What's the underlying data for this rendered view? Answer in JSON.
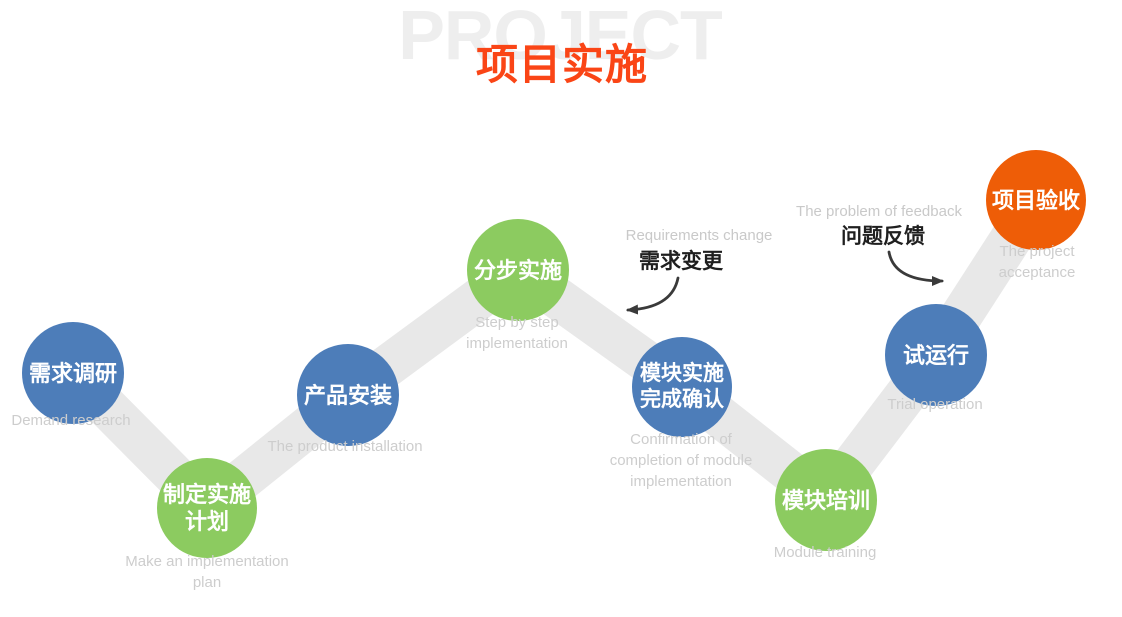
{
  "header": {
    "watermark": "PROJECT",
    "title": "项目实施"
  },
  "colors": {
    "blue": "#4d7db9",
    "green": "#8ccb60",
    "orange": "#ee5d07",
    "band": "#e8e8e8",
    "caption": "#cdcdcd",
    "watermark": "#eeeeee",
    "title": "#fa4516",
    "arrow": "#3a3a3a",
    "annotation_en": "#c9c9c9",
    "annotation_zh": "#1f1f1f"
  },
  "steps": [
    {
      "label": "需求调研",
      "caption": "Demand research",
      "color": "blue"
    },
    {
      "label": "制定实施\n计划",
      "caption": "Make an implementation\nplan",
      "color": "green"
    },
    {
      "label": "产品安装",
      "caption": "The product installation",
      "color": "blue"
    },
    {
      "label": "分步实施",
      "caption": "Step by step\nimplementation",
      "color": "green"
    },
    {
      "label": "模块实施\n完成确认",
      "caption": "Confirmation of\ncompletion of module\nimplementation",
      "color": "blue"
    },
    {
      "label": "模块培训",
      "caption": "Module training",
      "color": "green"
    },
    {
      "label": "试运行",
      "caption": "Trial operation",
      "color": "blue"
    },
    {
      "label": "项目验收",
      "caption": "The project acceptance",
      "color": "orange"
    }
  ],
  "annotations": [
    {
      "en": "Requirements change",
      "zh": "需求变更"
    },
    {
      "en": "The problem of feedback",
      "zh": "问题反馈"
    }
  ]
}
